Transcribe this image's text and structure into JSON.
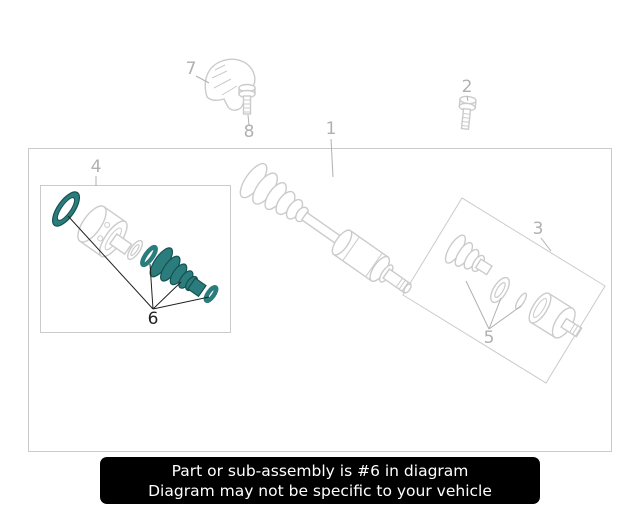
{
  "banner": {
    "line1": "Part or sub-assembly is #6 in diagram",
    "line2": "Diagram may not be specific to your vehicle"
  },
  "callouts": {
    "axle_assembly": "1",
    "bolt": "2",
    "inner_joint_group": "3",
    "outer_joint_group": "4",
    "inner_boot_kit": "5",
    "outer_boot_kit": "6",
    "bracket": "7",
    "bracket_bolt": "8"
  },
  "highlighted_callout": "6",
  "colors": {
    "line-art": "#cbcbcb",
    "highlight": "#2b7c7c",
    "highlight-dark": "#155151",
    "callout-text": "#b0b0b0",
    "highlight-callout": "#1f1f1f",
    "banner-bg": "#000000",
    "banner-text": "#ffffff"
  }
}
